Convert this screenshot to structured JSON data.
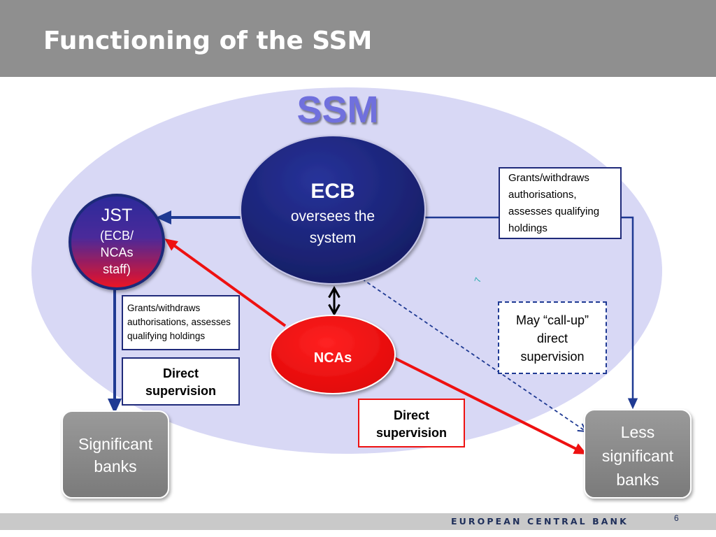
{
  "title": "Functioning of the SSM",
  "ssm_label": "SSM",
  "ecb": {
    "name": "ECB",
    "line1": "oversees the",
    "line2": "system"
  },
  "jst": {
    "name": "JST",
    "line1": "(ECB/",
    "line2": "NCAs",
    "line3": "staff)"
  },
  "ncas": {
    "name": "NCAs"
  },
  "ecb_tasks": {
    "line1": "Grants/withdraws",
    "line2": "authorisations,",
    "line3": "assesses qualifying",
    "line4": "holdings"
  },
  "jst_tasks": {
    "line1": "Grants/withdraws",
    "line2": "authorisations, assesses",
    "line3": "qualifying holdings"
  },
  "jst_direct": {
    "line1": "Direct",
    "line2": "supervision"
  },
  "ncas_direct": {
    "line1": "Direct",
    "line2": "supervision"
  },
  "call_up": {
    "line1": "May “call-up”",
    "line2": "direct",
    "line3": "supervision"
  },
  "significant_banks": {
    "line1": "Significant",
    "line2": "banks"
  },
  "less_significant_banks": {
    "line1": "Less",
    "line2": "significant",
    "line3": "banks"
  },
  "stray_mark": "7",
  "footer": {
    "label": "EUROPEAN CENTRAL BANK",
    "page": "6"
  },
  "colors": {
    "header": "#8f8f8f",
    "ssm_ellipse": "#d8d8f5",
    "ecb_navy": "#1c2577",
    "line_navy": "#1f3a93",
    "nca_red": "#ee1111",
    "bank_grey": "#8b8b8b",
    "ssm_text": "#6f6fdd"
  }
}
